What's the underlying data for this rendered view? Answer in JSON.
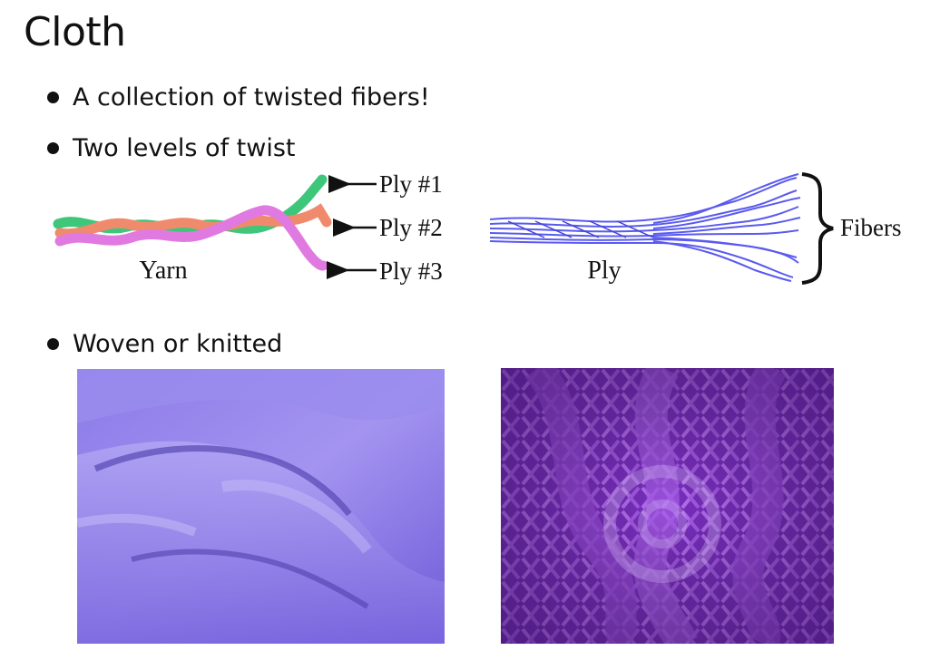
{
  "slide": {
    "title": "Cloth",
    "bullets": [
      "A collection of twisted fibers!",
      "Two levels of twist",
      "Woven or knitted"
    ]
  },
  "yarn_figure": {
    "caption": "Yarn",
    "labels": [
      "Ply #1",
      "Ply #2",
      "Ply #3"
    ],
    "ply_colors": [
      "#3ec67a",
      "#f08a6c",
      "#e07ae0"
    ]
  },
  "ply_figure": {
    "caption": "Ply",
    "brace_label": "Fibers",
    "color": "#5a5af0"
  },
  "photos": {
    "woven_color": "#8a78e8",
    "knit_color": "#8e3fd0"
  }
}
